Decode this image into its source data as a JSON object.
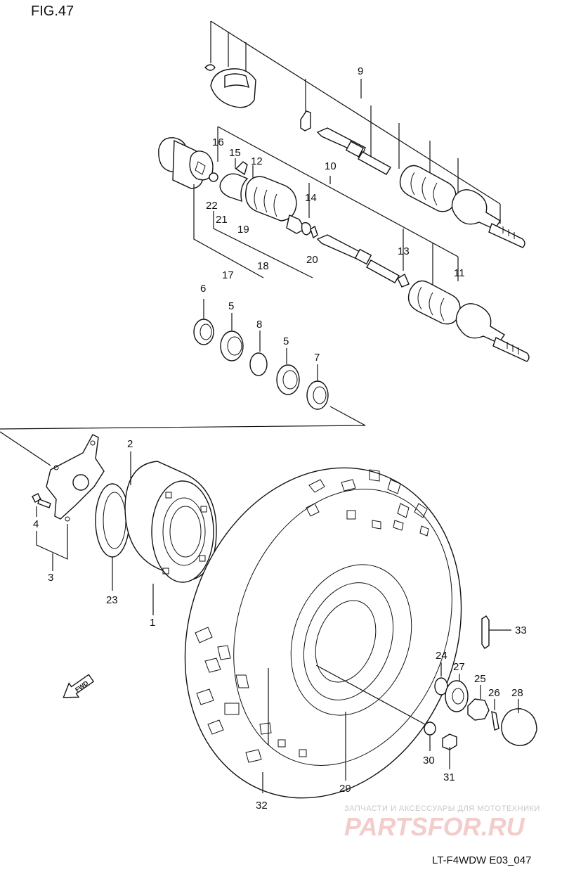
{
  "figure_title": "FIG.47",
  "drawing_code": "LT-F4WDW E03_047",
  "fwd_label": "FWD",
  "watermark": {
    "tagline": "ЗАПЧАСТИ И АКСЕССУАРЫ ДЛЯ МОТОТЕХНИКИ",
    "brand": "PARTSFOR.RU",
    "brand_color": "#e8a0a0"
  },
  "callouts": [
    "1",
    "2",
    "3",
    "4",
    "5",
    "5",
    "6",
    "7",
    "8",
    "9",
    "10",
    "11",
    "12",
    "13",
    "14",
    "15",
    "16",
    "17",
    "18",
    "19",
    "20",
    "21",
    "22",
    "23",
    "24",
    "25",
    "26",
    "27",
    "28",
    "29",
    "30",
    "31",
    "32",
    "33"
  ]
}
